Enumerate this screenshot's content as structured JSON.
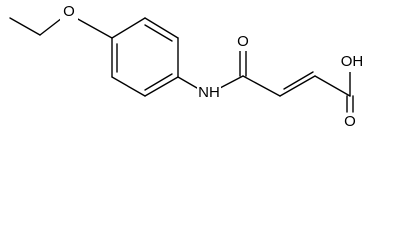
{
  "molecule": {
    "atoms": {
      "ether_oxygen": "O",
      "amide_nitrogen": "NH",
      "carbonyl_oxygen": "O",
      "acid_carbonyl_oxygen": "O",
      "hydroxyl": "OH"
    },
    "colors": {
      "bond": "#000000",
      "label": "#000000",
      "background": "#ffffff"
    }
  }
}
